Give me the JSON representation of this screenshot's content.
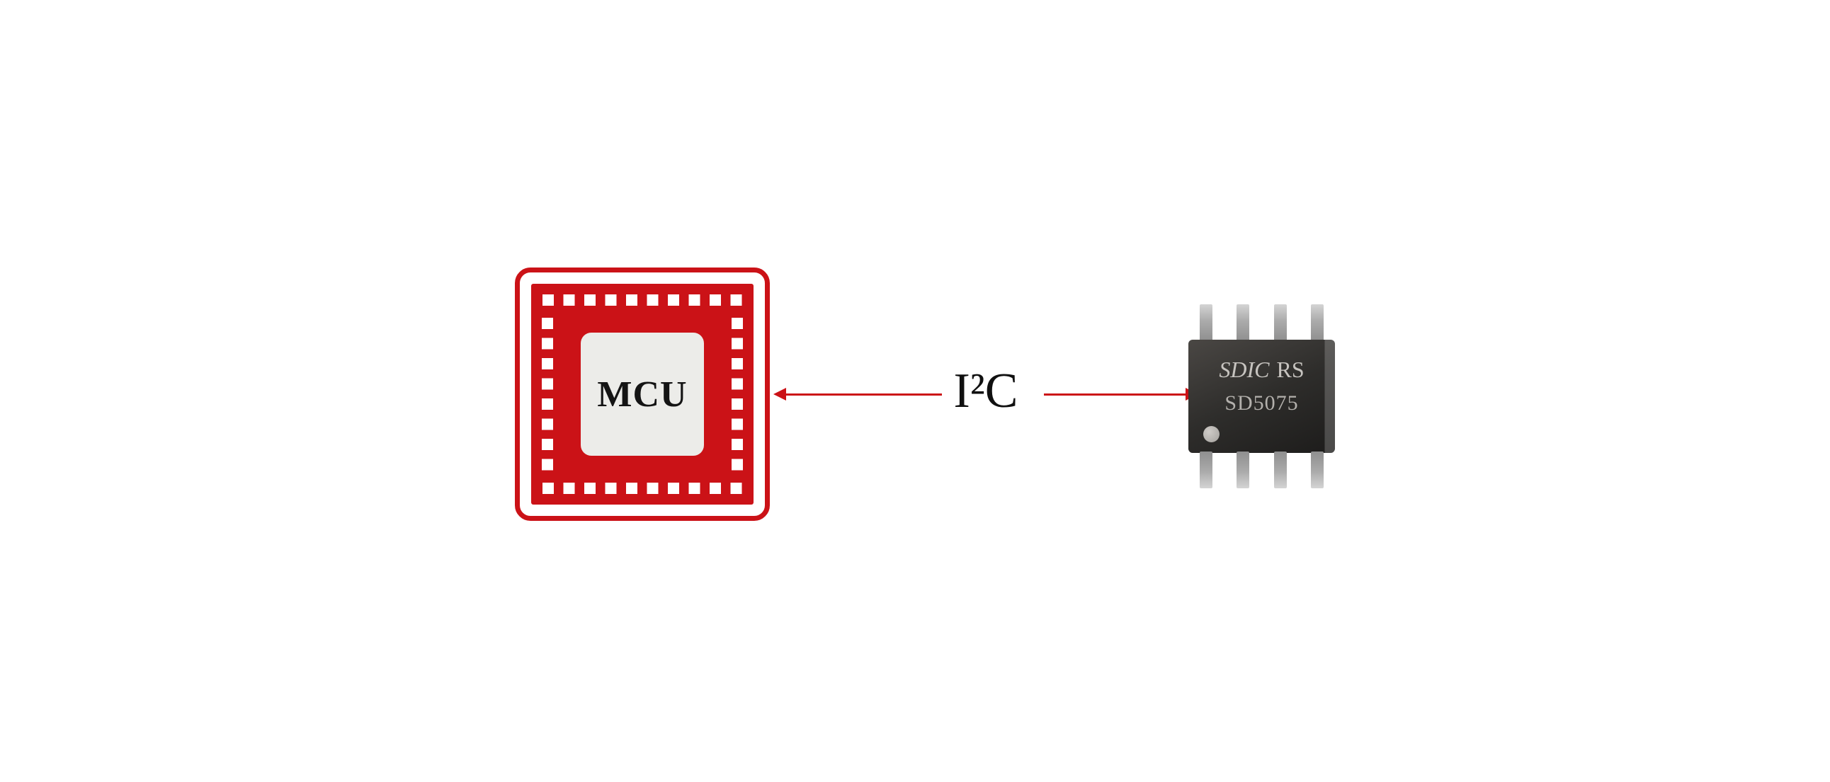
{
  "diagram": {
    "mcu": {
      "label": "MCU"
    },
    "bus": {
      "label": "I²C"
    },
    "sensor_chip": {
      "brand": "SDIC",
      "brand_suffix": "RS",
      "part_number": "SD5075"
    },
    "colors": {
      "accent_red": "#cb1217",
      "chip_body": "#2b2a28",
      "chip_text": "#c6c3bf",
      "background": "#ffffff"
    }
  }
}
